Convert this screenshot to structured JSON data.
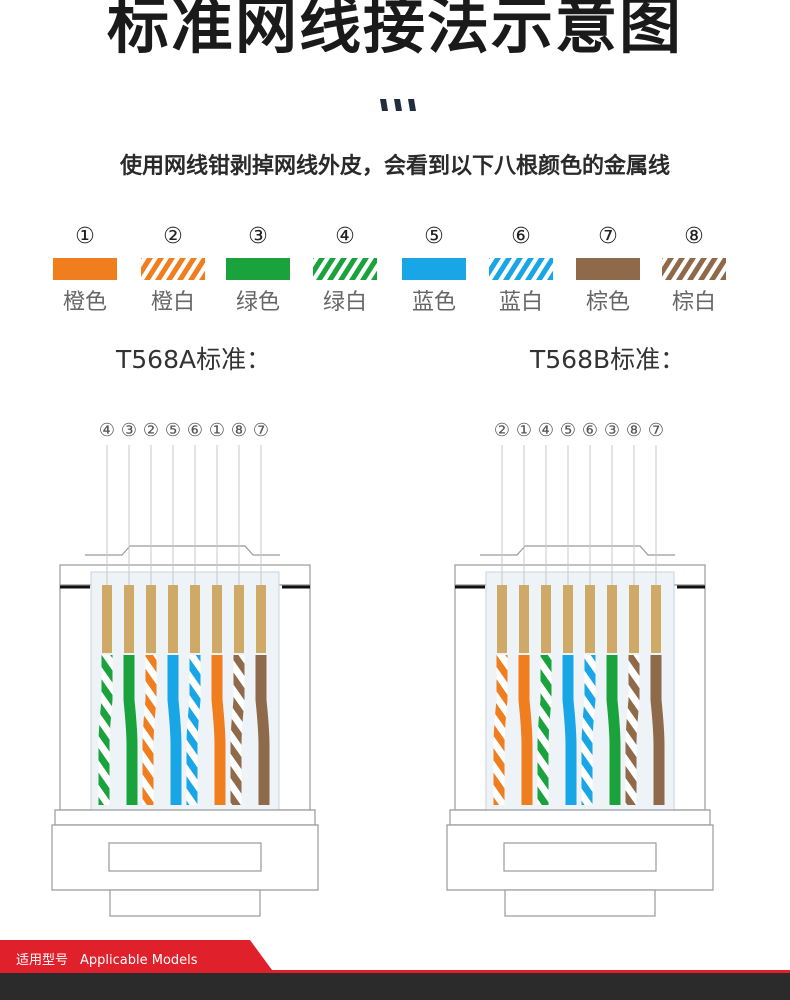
{
  "header": {
    "title": "标准网线接法示意图",
    "subtitle": "使用网线钳剥掉网线外皮，会看到以下八根颜色的金属线"
  },
  "legend": [
    {
      "num": "①",
      "label": "橙色",
      "color": "#f07d1e",
      "striped": false
    },
    {
      "num": "②",
      "label": "橙白",
      "color": "#f07d1e",
      "striped": true
    },
    {
      "num": "③",
      "label": "绿色",
      "color": "#1aa33c",
      "striped": false
    },
    {
      "num": "④",
      "label": "绿白",
      "color": "#1aa33c",
      "striped": true
    },
    {
      "num": "⑤",
      "label": "蓝色",
      "color": "#19a6e6",
      "striped": false
    },
    {
      "num": "⑥",
      "label": "蓝白",
      "color": "#19a6e6",
      "striped": true
    },
    {
      "num": "⑦",
      "label": "棕色",
      "color": "#8f6a4a",
      "striped": false
    },
    {
      "num": "⑧",
      "label": "棕白",
      "color": "#8f6a4a",
      "striped": true
    }
  ],
  "standards": [
    {
      "title": "T568A标准：",
      "order": [
        "④",
        "③",
        "②",
        "⑤",
        "⑥",
        "①",
        "⑧",
        "⑦"
      ],
      "wires": [
        4,
        3,
        2,
        5,
        6,
        1,
        8,
        7
      ]
    },
    {
      "title": "T568B标准：",
      "order": [
        "②",
        "①",
        "④",
        "⑤",
        "⑥",
        "③",
        "⑧",
        "⑦"
      ],
      "wires": [
        2,
        1,
        4,
        5,
        6,
        3,
        8,
        7
      ]
    }
  ],
  "footer": {
    "cn": "适用型号",
    "en": "Applicable Models"
  },
  "colors": {
    "gold": "#cfa967",
    "accent_red": "#e0202a",
    "footer_dark": "#2b2b2b"
  }
}
